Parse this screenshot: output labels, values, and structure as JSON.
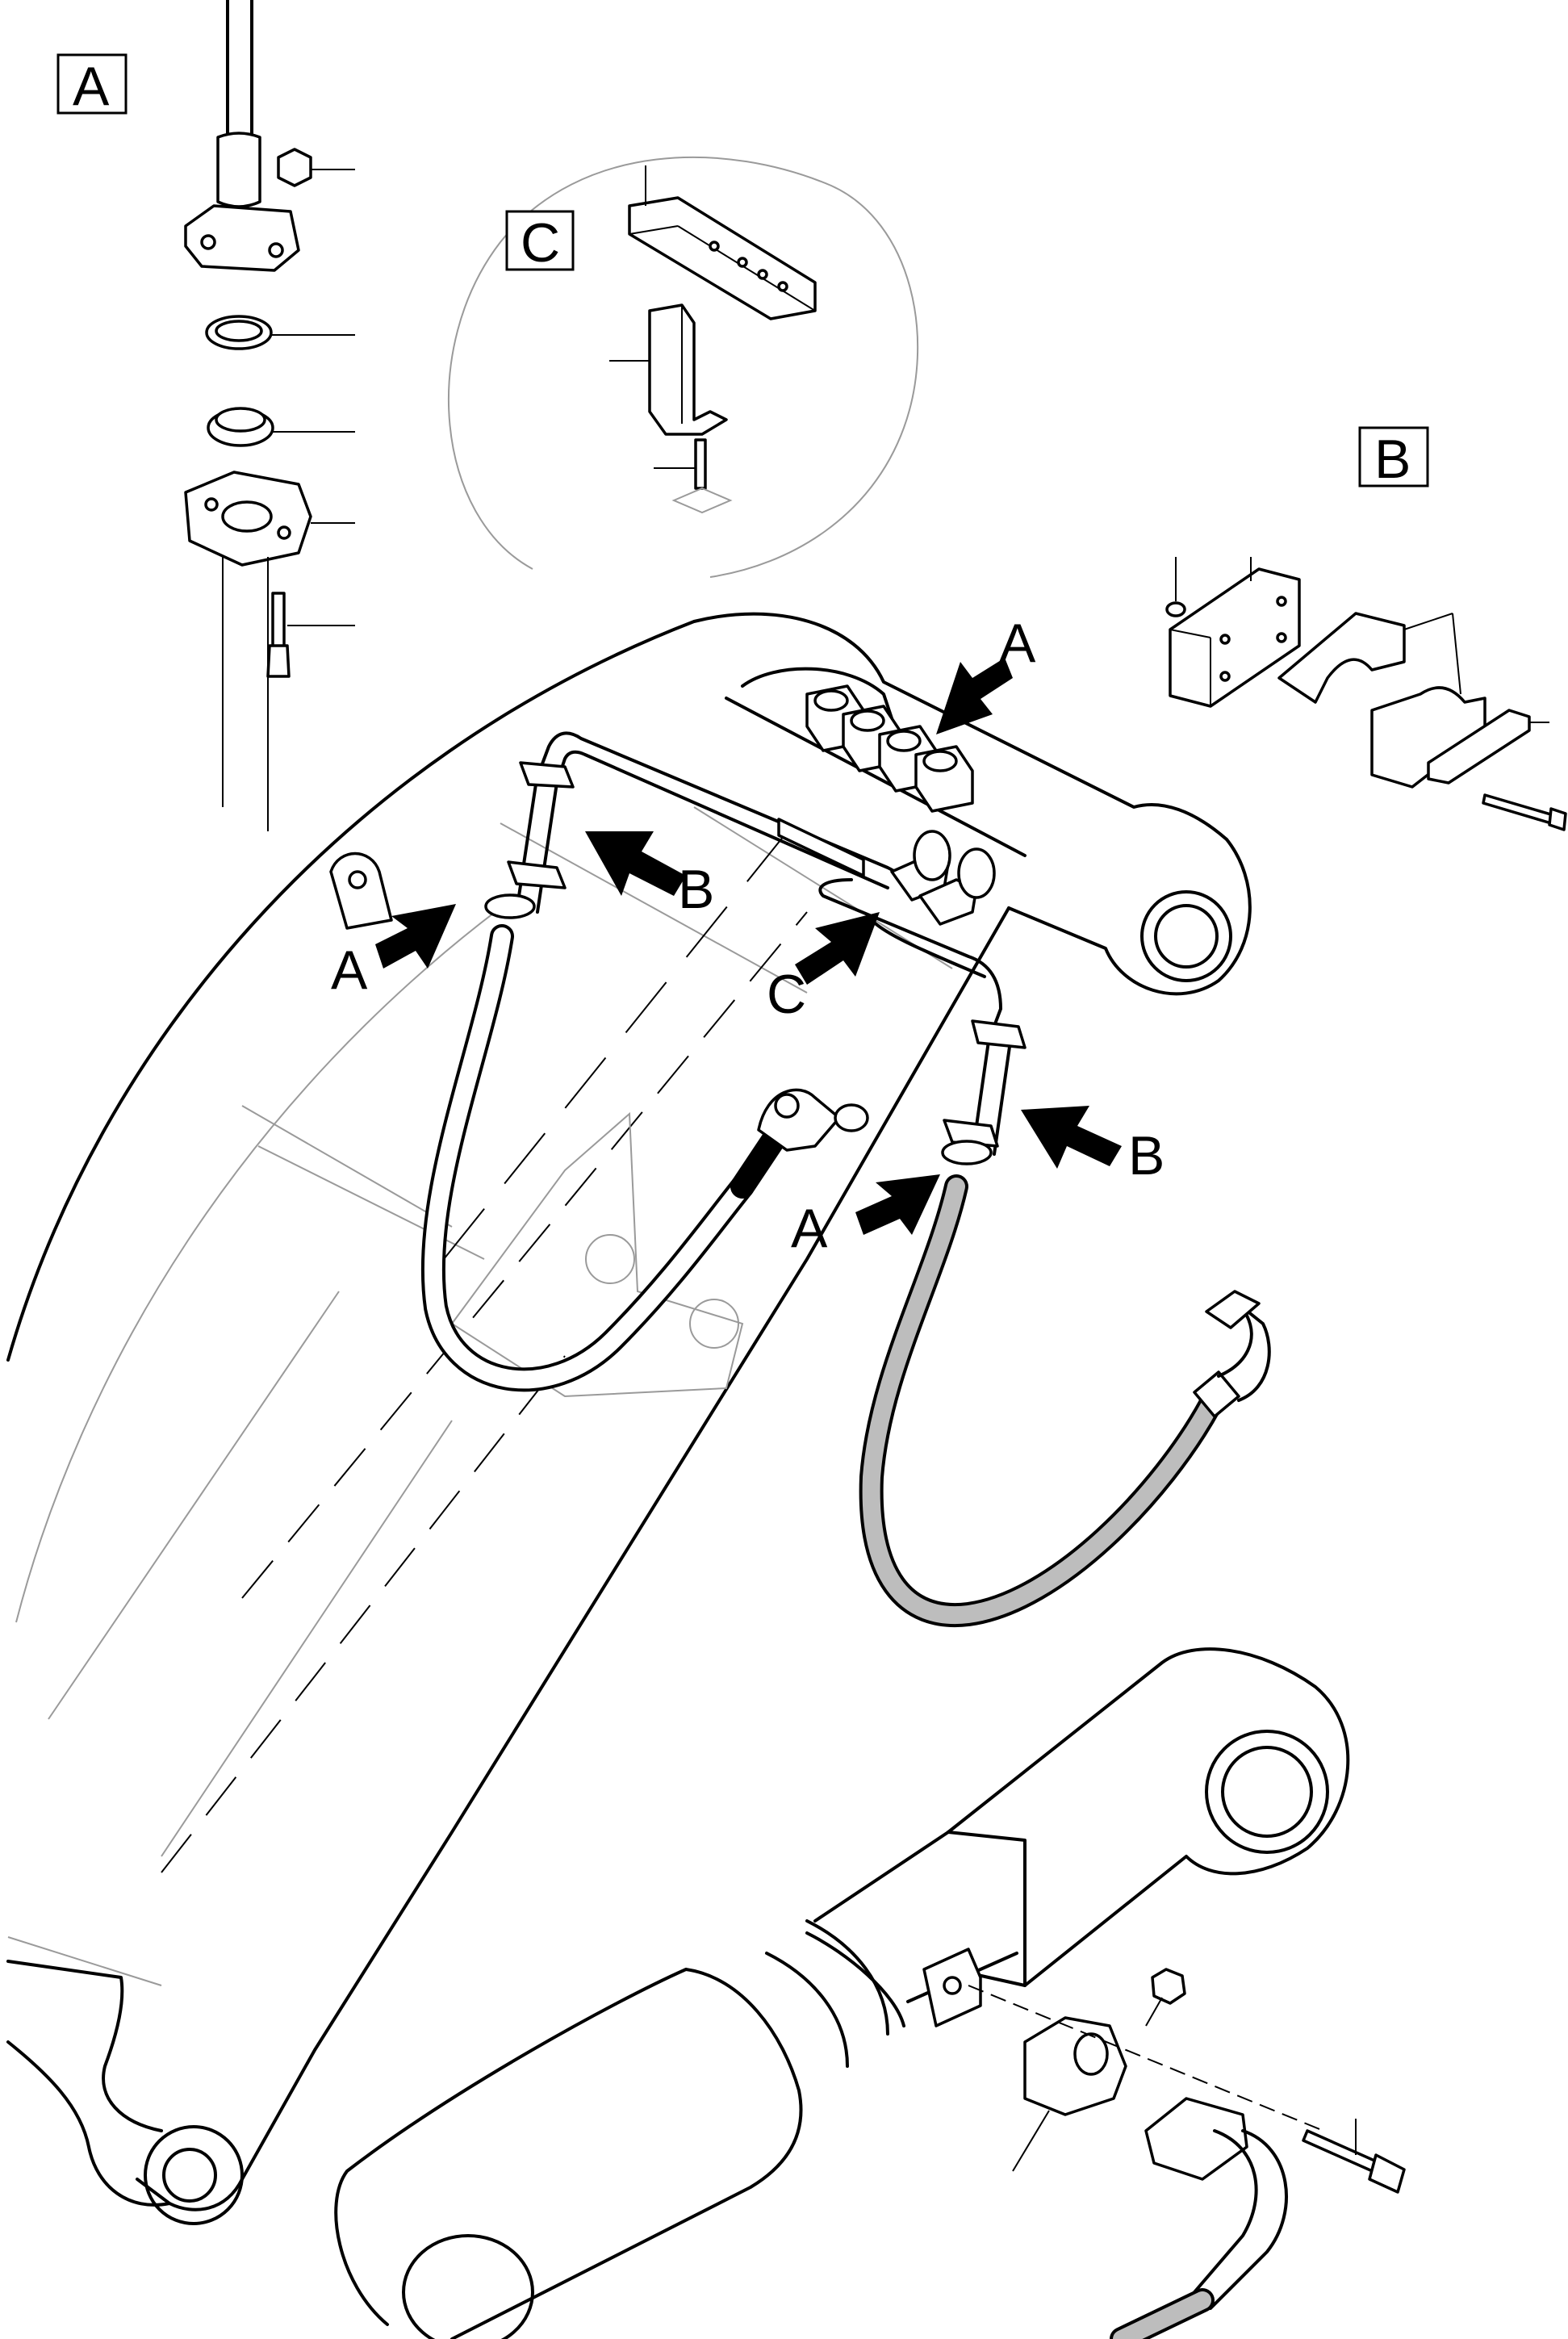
{
  "diagram": {
    "detail_labels": {
      "a": "A",
      "b": "B",
      "c": "C"
    },
    "callout_labels": {
      "a_top": "A",
      "a_left": "A",
      "a_lower": "A",
      "b_left": "B",
      "b_right": "B",
      "c_mid": "C"
    }
  }
}
